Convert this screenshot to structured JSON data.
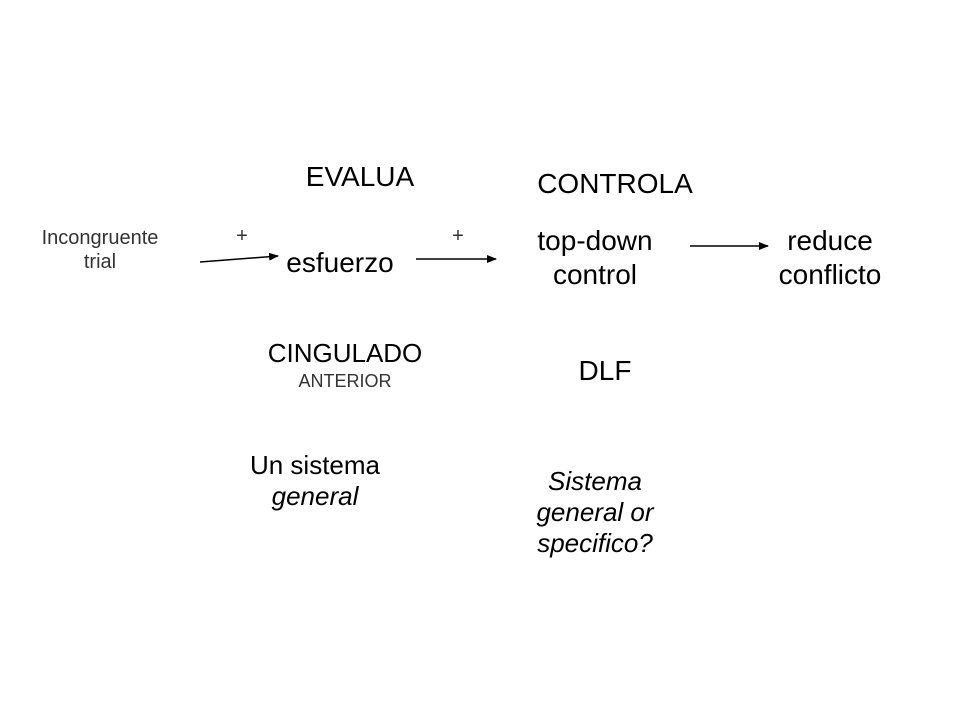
{
  "left_input": {
    "line1": "Incongruente",
    "line2": "trial"
  },
  "signs": {
    "plus_left": "+",
    "plus_right": "+"
  },
  "evaluator": {
    "heading": "EVALUA",
    "node": "esfuerzo",
    "region_line1": "CINGULADO",
    "region_line2": "ANTERIOR",
    "note_line1": "Un sistema",
    "note_line2": "general"
  },
  "controller": {
    "heading": "CONTROLA",
    "node_line1": "top-down",
    "node_line2": "control",
    "region": "DLF",
    "note_line1": "Sistema",
    "note_line2": "general or",
    "note_line3": "specifico?"
  },
  "outcome": {
    "line1": "reduce",
    "line2": "conflicto"
  },
  "colors": {
    "text": "#000000",
    "muted": "#333333",
    "arrow": "#000000"
  }
}
